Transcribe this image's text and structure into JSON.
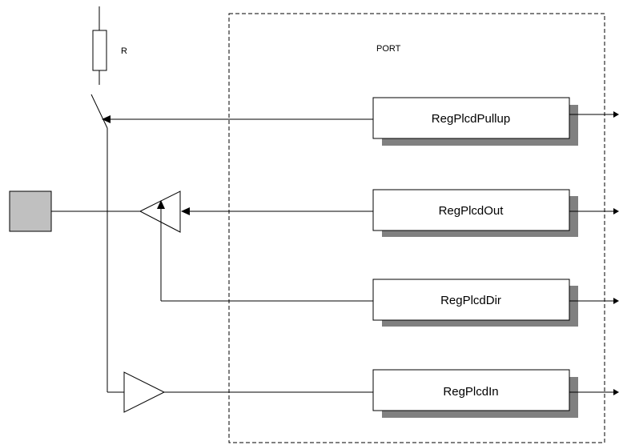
{
  "labels": {
    "resistor": "R",
    "port": "PORT"
  },
  "registers": [
    {
      "name": "RegPlcdPullup"
    },
    {
      "name": "RegPlcdOut"
    },
    {
      "name": "RegPlcdDir"
    },
    {
      "name": "RegPlcdIn"
    }
  ],
  "colors": {
    "pad_fill": "#c0c0c0",
    "shadow": "#808080",
    "line": "#000000"
  }
}
